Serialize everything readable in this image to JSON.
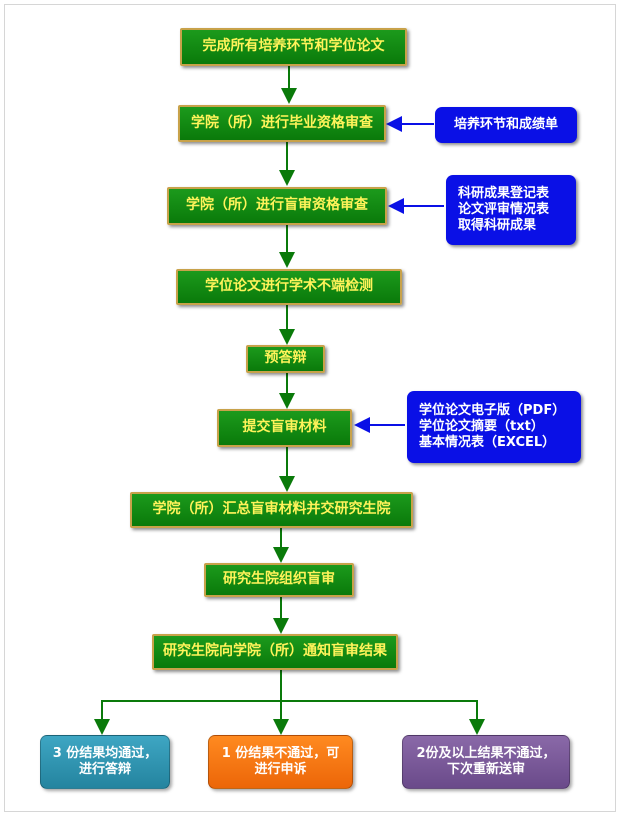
{
  "steps": [
    "完成所有培养环节和学位论文",
    "学院（所）进行毕业资格审查",
    "学院（所）进行盲审资格审查",
    "学位论文进行学术不端检测",
    "预答辩",
    "提交盲审材料",
    "学院（所）汇总盲审材料并交研究生院",
    "研究生院组织盲审",
    "研究生院向学院（所）通知盲审结果"
  ],
  "inputs": {
    "graduation": [
      "培养环节和成绩单"
    ],
    "blind_review": [
      "科研成果登记表",
      "论文评审情况表",
      "取得科研成果"
    ],
    "materials": [
      "学位论文电子版（PDF）",
      "学位论文摘要（txt）",
      "基本情况表（EXCEL）"
    ]
  },
  "outcomes": [
    {
      "line1": "3 份结果均通过，",
      "line2": "进行答辩"
    },
    {
      "line1": "1 份结果不通过，可",
      "line2": "进行申诉"
    },
    {
      "line1": "2份及以上结果不通过，",
      "line2": "下次重新送审"
    }
  ],
  "colors": {
    "step_fill": "#0a7a0a",
    "step_text": "#fff35a",
    "input_fill": "#0a10e6",
    "connector_green": "#0a7a0a",
    "connector_blue": "#0a10e6",
    "outcome_pass": "#2f95b1",
    "outcome_appeal": "#f27410",
    "outcome_fail": "#7a5a98"
  }
}
